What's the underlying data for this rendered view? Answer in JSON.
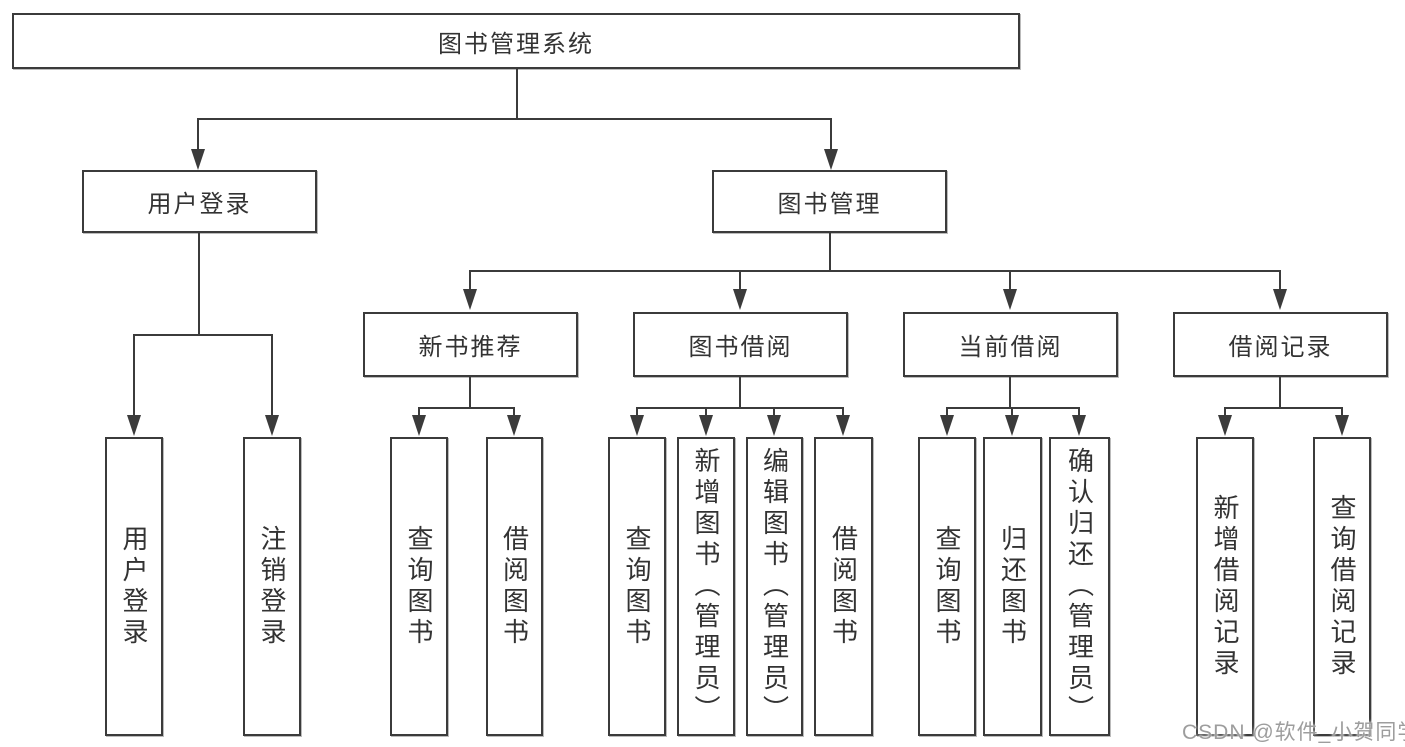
{
  "diagram_type": "hierarchy-tree",
  "colors": {
    "line": "#3b3b3b",
    "box_border": "#3b3b3b",
    "box_fill": "#ffffff",
    "text": "#333333",
    "background": "#ffffff",
    "watermark": "#9d9d9d"
  },
  "tree": {
    "label": "图书管理系统",
    "children": [
      {
        "label": "用户登录",
        "children": [
          {
            "label": "用户登录"
          },
          {
            "label": "注销登录"
          }
        ]
      },
      {
        "label": "图书管理",
        "children": [
          {
            "label": "新书推荐",
            "children": [
              {
                "label": "查询图书"
              },
              {
                "label": "借阅图书"
              }
            ]
          },
          {
            "label": "图书借阅",
            "children": [
              {
                "label": "查询图书"
              },
              {
                "label": "新增图书（管理员）"
              },
              {
                "label": "编辑图书（管理员）"
              },
              {
                "label": "借阅图书"
              }
            ]
          },
          {
            "label": "当前借阅",
            "children": [
              {
                "label": "查询图书"
              },
              {
                "label": "归还图书"
              },
              {
                "label": "确认归还（管理员）"
              }
            ]
          },
          {
            "label": "借阅记录",
            "children": [
              {
                "label": "新增借阅记录"
              },
              {
                "label": "查询借阅记录"
              }
            ]
          }
        ]
      }
    ]
  },
  "watermark": {
    "text": "CSDN @软件_小贺同学"
  }
}
